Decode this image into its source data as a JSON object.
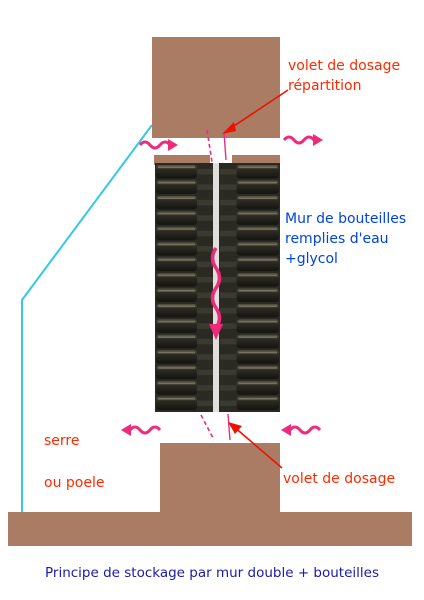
{
  "labels": {
    "top_valve": [
      "volet de dosage",
      "répartition"
    ],
    "wall": [
      "Mur de bouteilles",
      "remplies d'eau",
      "+glycol"
    ],
    "serre": "serre",
    "poele": "ou  poele",
    "bottom_valve": "volet de dosage"
  },
  "caption": "Principe de stockage par mur double + bouteilles",
  "colors": {
    "masonry": "#a97c63",
    "red_label": "#ff2a00",
    "blue_label": "#0044dd",
    "greenhouse_line": "#33c9e6",
    "flow_arrow": "#ee2a7b",
    "valve_pointer": "#ee1100",
    "bottle_dark": "#2b2a22",
    "caption": "#1a1aaa"
  }
}
